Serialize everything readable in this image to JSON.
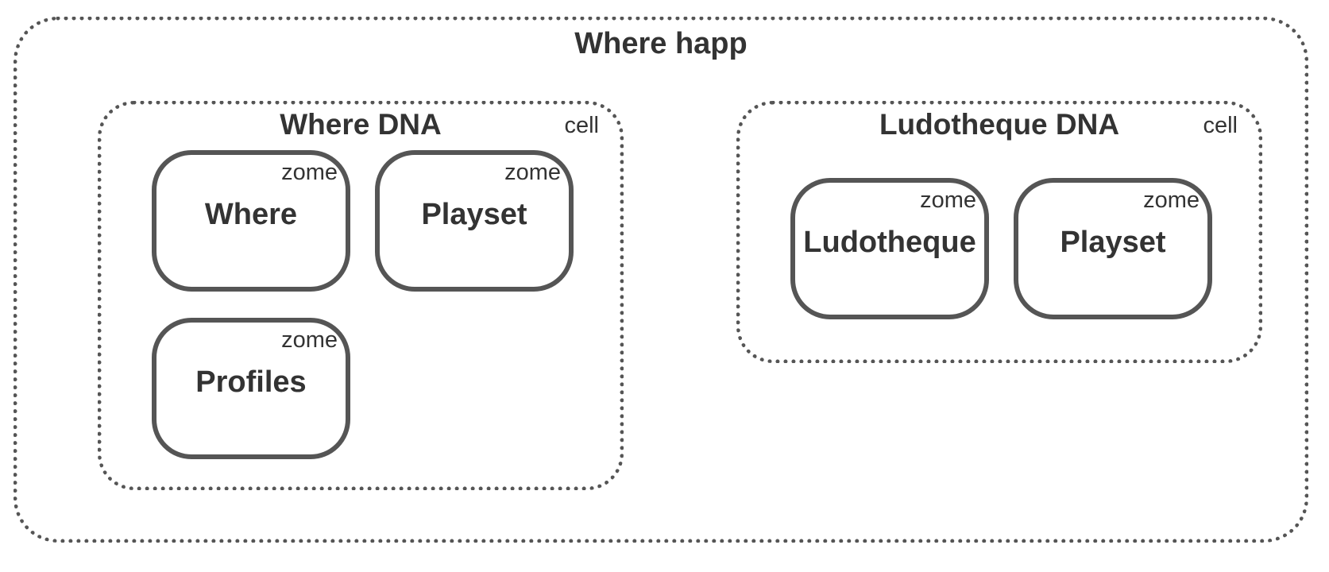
{
  "happ": {
    "title": "Where happ",
    "cells": [
      {
        "title": "Where DNA",
        "tag": "cell",
        "zomes": [
          {
            "name": "Where",
            "tag": "zome"
          },
          {
            "name": "Playset",
            "tag": "zome"
          },
          {
            "name": "Profiles",
            "tag": "zome"
          }
        ]
      },
      {
        "title": "Ludotheque DNA",
        "tag": "cell",
        "zomes": [
          {
            "name": "Ludotheque",
            "tag": "zome"
          },
          {
            "name": "Playset",
            "tag": "zome"
          }
        ]
      }
    ]
  },
  "colors": {
    "border": "#555555",
    "text": "#333333",
    "background": "#ffffff"
  }
}
